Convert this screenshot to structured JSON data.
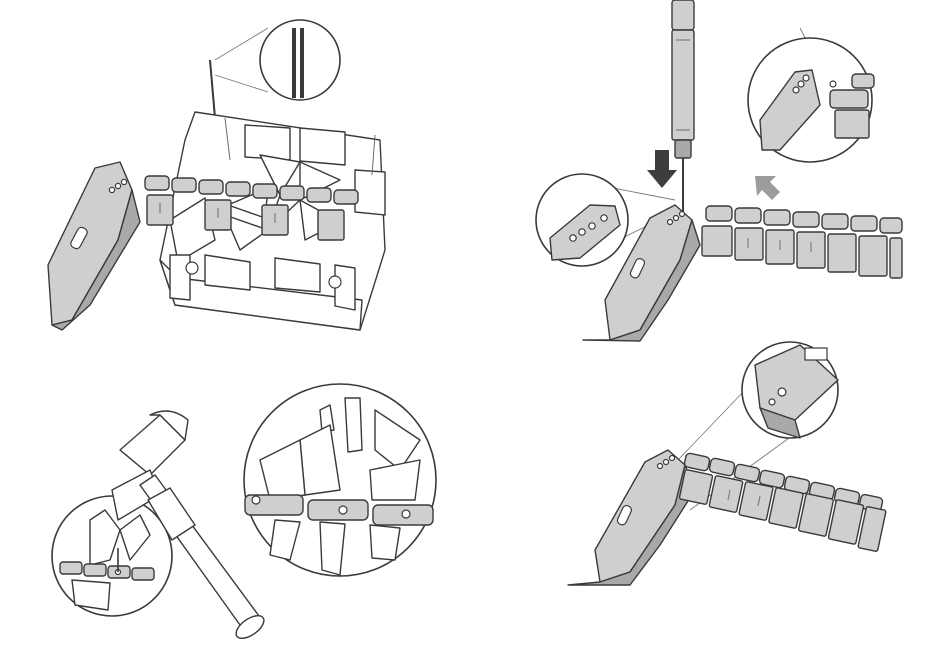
{
  "steps": [
    {
      "id": "step-1",
      "icons": [
        "watch-band-icon",
        "band-holder-icon",
        "pin-icon",
        "down-arrow-icon",
        "magnifier-icon"
      ]
    },
    {
      "id": "step-2",
      "icons": [
        "pin-pusher-icon",
        "down-arrow-icon",
        "up-arrow-icon",
        "watch-band-icon",
        "magnifier-icon"
      ]
    },
    {
      "id": "step-3",
      "icons": [
        "hammer-icon",
        "band-holder-icon",
        "magnifier-icon"
      ]
    },
    {
      "id": "step-4",
      "icons": [
        "watch-band-icon",
        "magnifier-icon"
      ]
    }
  ],
  "colors": {
    "line": "#3a3a3a",
    "metal": "#cfcfcf",
    "metal_dark": "#a9a9a9",
    "arrow_dark": "#3d3d3d",
    "arrow_light": "#9c9c9c",
    "background": "#ffffff"
  }
}
